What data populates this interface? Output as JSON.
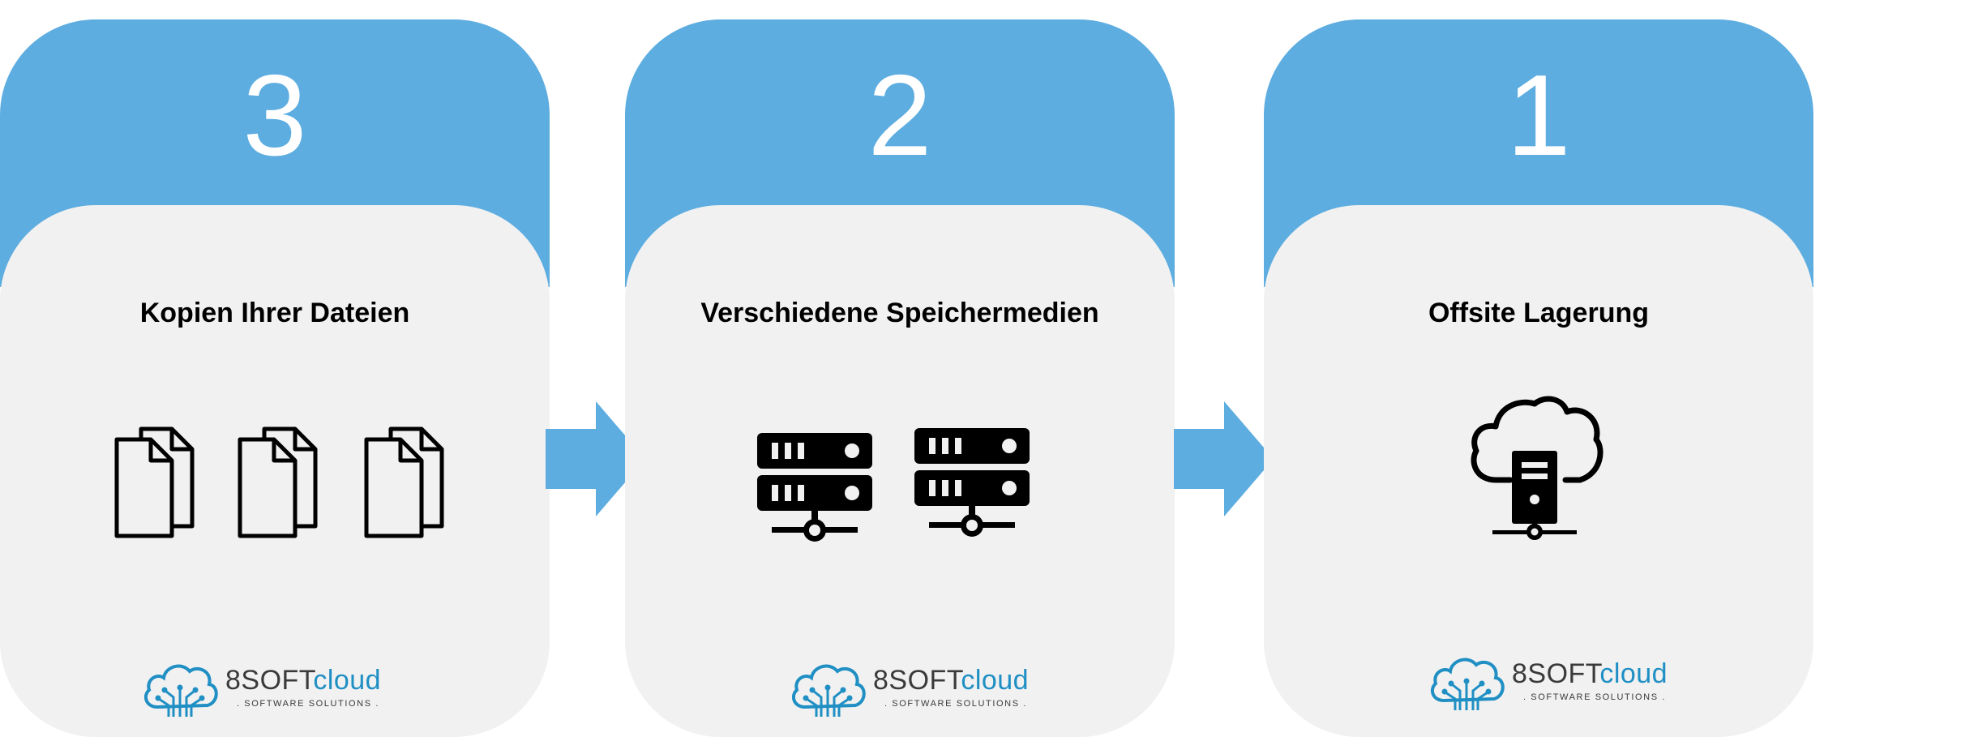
{
  "colors": {
    "accent": "#5dade0",
    "card_body": "#f1f1f1",
    "brand_blue": "#1f8fc4",
    "brand_dark": "#3a3a3a"
  },
  "steps": [
    {
      "number": "3",
      "title": "Kopien Ihrer Dateien",
      "icon": "documents-icon"
    },
    {
      "number": "2",
      "title": "Verschiedene Speichermedien",
      "icon": "server-rack-icon"
    },
    {
      "number": "1",
      "title": "Offsite Lagerung",
      "icon": "cloud-server-icon"
    }
  ],
  "logo": {
    "brand_part1": "8SOFT",
    "brand_part2": "cloud",
    "tagline": ". SOFTWARE SOLUTIONS ."
  }
}
